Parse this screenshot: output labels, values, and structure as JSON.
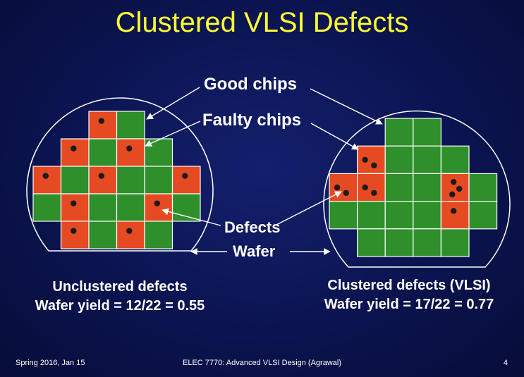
{
  "slide": {
    "title": "Clustered VLSI Defects",
    "labels": {
      "good_chips": "Good chips",
      "faulty_chips": "Faulty chips",
      "defects": "Defects",
      "wafer": "Wafer"
    },
    "left_caption": [
      "Unclustered defects",
      "Wafer yield = 12/22 = 0.55"
    ],
    "right_caption": [
      "Clustered defects (VLSI)",
      "Wafer yield = 17/22 = 0.77"
    ],
    "footer": {
      "left": "Spring 2016, Jan 15",
      "center": "ELEC 7770: Advanced VLSI Design (Agrawal)",
      "right": "4"
    }
  },
  "colors": {
    "good": "#2f8f2a",
    "faulty": "#e64a23",
    "title": "#ffff33"
  },
  "wafers": [
    {
      "name": "unclustered",
      "chip_rows": [
        [
          "",
          "",
          "F",
          "G",
          "",
          ""
        ],
        [
          "",
          "F",
          "G",
          "F",
          "G",
          ""
        ],
        [
          "F",
          "G",
          "F",
          "G",
          "G",
          "F"
        ],
        [
          "G",
          "F",
          "G",
          "G",
          "F",
          "G"
        ],
        [
          "",
          "F",
          "G",
          "F",
          "G",
          ""
        ]
      ],
      "defects_per_chip": [
        [
          0,
          0,
          1,
          0,
          0,
          0
        ],
        [
          0,
          1,
          0,
          1,
          0,
          0
        ],
        [
          1,
          0,
          1,
          0,
          0,
          1
        ],
        [
          0,
          1,
          0,
          0,
          1,
          0
        ],
        [
          0,
          1,
          0,
          1,
          0,
          0
        ]
      ]
    },
    {
      "name": "clustered",
      "chip_rows": [
        [
          "",
          "",
          "G",
          "G",
          "",
          ""
        ],
        [
          "",
          "F",
          "G",
          "G",
          "G",
          ""
        ],
        [
          "F",
          "F",
          "G",
          "G",
          "F",
          "G"
        ],
        [
          "G",
          "G",
          "G",
          "G",
          "F",
          "G"
        ],
        [
          "",
          "G",
          "G",
          "G",
          "G",
          ""
        ]
      ],
      "defects_per_chip": [
        [
          0,
          0,
          0,
          0,
          0,
          0
        ],
        [
          0,
          2,
          0,
          0,
          0,
          0
        ],
        [
          2,
          2,
          0,
          0,
          3,
          0
        ],
        [
          0,
          0,
          0,
          0,
          1,
          0
        ],
        [
          0,
          0,
          0,
          0,
          0,
          0
        ]
      ]
    }
  ]
}
